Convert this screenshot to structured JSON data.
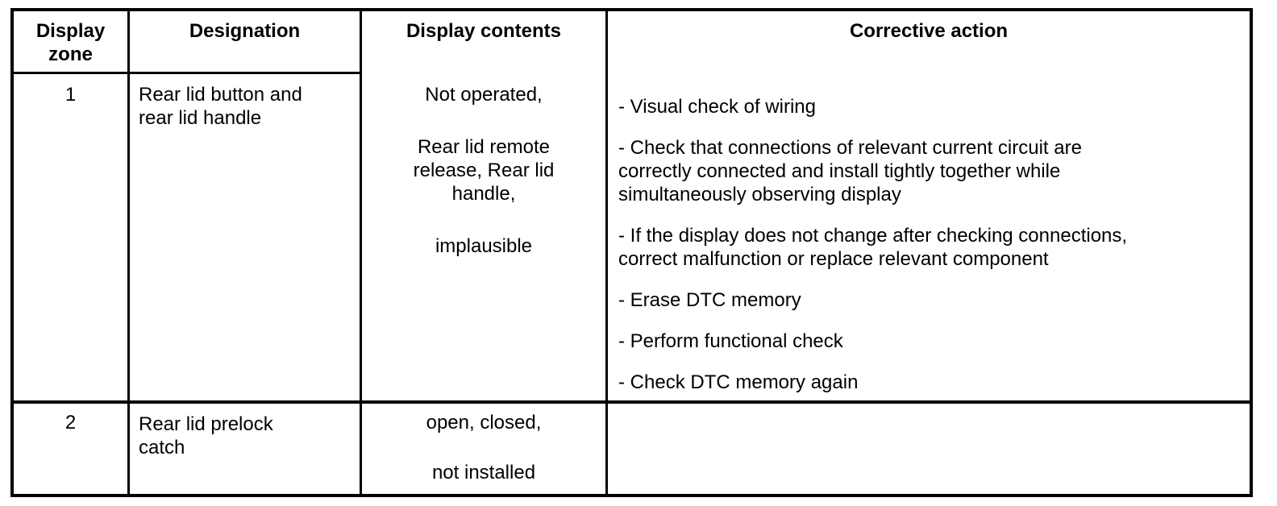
{
  "table": {
    "headers": [
      "Display zone",
      "Designation",
      "Display contents",
      "Corrective action"
    ],
    "rows": [
      {
        "zone": "1",
        "designation": "Rear lid button and\nrear lid handle",
        "display_contents": [
          "Not operated,",
          "Rear lid remote\nrelease, Rear lid\nhandle,",
          "implausible"
        ],
        "corrective_actions": [
          "- Visual check of wiring",
          "- Check that connections of relevant current circuit are\ncorrectly connected and install tightly together while\nsimultaneously observing display",
          "- If the display does not change after checking connections,\ncorrect malfunction or replace relevant component",
          "- Erase DTC memory",
          "- Perform functional check",
          "- Check DTC memory again"
        ]
      },
      {
        "zone": "2",
        "designation": "Rear lid prelock\ncatch",
        "display_contents": [
          "open, closed,",
          "not installed"
        ],
        "corrective_actions": []
      }
    ]
  }
}
